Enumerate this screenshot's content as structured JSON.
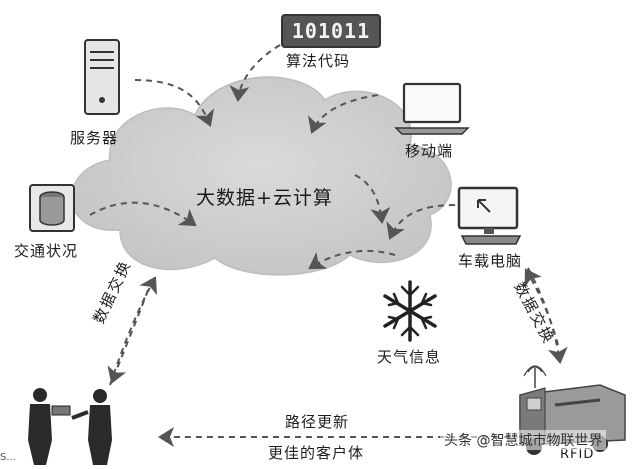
{
  "center": {
    "title": "大数据+云计算"
  },
  "nodes": {
    "code": {
      "badge": "101011",
      "label": "算法代码"
    },
    "server": {
      "label": "服务器"
    },
    "mobile": {
      "label": "移动端"
    },
    "traffic": {
      "label": "交通状况"
    },
    "car_pc": {
      "label": "车载电脑"
    },
    "weather": {
      "label": "天气信息"
    }
  },
  "edges": {
    "left_exchange": "数据交换",
    "right_exchange": "数据交换",
    "route_update": "路径更新",
    "better_customer": "更佳的客户体"
  },
  "truck": {
    "label": "RFID"
  },
  "watermark": {
    "text": "头条 @智慧城市物联世界"
  },
  "bottom_caption": {
    "text": "S..."
  },
  "icons": [
    "server-icon",
    "laptop-icon",
    "database-icon",
    "computer-icon",
    "snowflake-icon",
    "truck-icon",
    "people-icon"
  ]
}
